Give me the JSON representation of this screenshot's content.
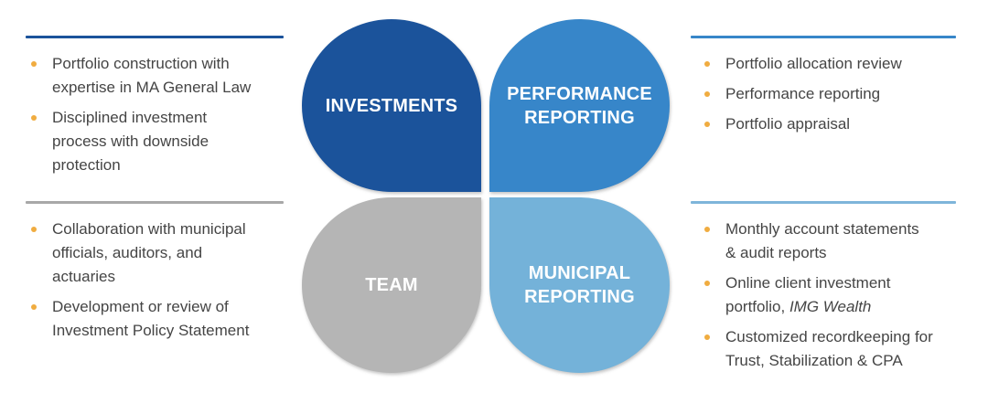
{
  "background": "#FFFFFF",
  "bullet_color": "#F0AC40",
  "body_text_color": "#454545",
  "quadrants": [
    {
      "id": "investments",
      "label": "INVESTMENTS",
      "color": "#1B539B"
    },
    {
      "id": "performance-reporting",
      "label": "PERFORMANCE REPORTING",
      "color": "#3786C9"
    },
    {
      "id": "team",
      "label": "TEAM",
      "color": "#B5B5B5"
    },
    {
      "id": "municipal-reporting",
      "label": "MUNICIPAL REPORTING",
      "color": "#74B2D9"
    }
  ],
  "panels": {
    "investments": {
      "rule_color": "#1B539B",
      "items": [
        {
          "lines": [
            [
              {
                "t": "Portfolio construction with"
              }
            ],
            [
              {
                "t": "expertise in MA General Law"
              }
            ]
          ]
        },
        {
          "lines": [
            [
              {
                "t": "Disciplined investment"
              }
            ],
            [
              {
                "t": "process with downside"
              }
            ],
            [
              {
                "t": "protection"
              }
            ]
          ]
        }
      ]
    },
    "performance_reporting": {
      "rule_color": "#3786C9",
      "items": [
        {
          "lines": [
            [
              {
                "t": "Portfolio allocation review"
              }
            ]
          ]
        },
        {
          "lines": [
            [
              {
                "t": "Performance reporting"
              }
            ]
          ]
        },
        {
          "lines": [
            [
              {
                "t": "Portfolio appraisal"
              }
            ]
          ]
        }
      ]
    },
    "team": {
      "rule_color": "#A8A8A8",
      "items": [
        {
          "lines": [
            [
              {
                "t": "Collaboration with municipal"
              }
            ],
            [
              {
                "t": "officials, auditors, and"
              }
            ],
            [
              {
                "t": "actuaries"
              }
            ]
          ]
        },
        {
          "lines": [
            [
              {
                "t": "Development or review of"
              }
            ],
            [
              {
                "t": "Investment Policy Statement"
              }
            ]
          ]
        }
      ]
    },
    "municipal_reporting": {
      "rule_color": "#7EB5DA",
      "items": [
        {
          "lines": [
            [
              {
                "t": "Monthly account statements"
              }
            ],
            [
              {
                "t": "& audit reports"
              }
            ]
          ]
        },
        {
          "lines": [
            [
              {
                "t": "Online client investment"
              }
            ],
            [
              {
                "t": "portfolio, "
              },
              {
                "t": "IMG Wealth",
                "i": true
              }
            ]
          ]
        },
        {
          "lines": [
            [
              {
                "t": "Customized recordkeeping for"
              }
            ],
            [
              {
                "t": "Trust, Stabilization & CPA"
              }
            ]
          ]
        }
      ]
    }
  }
}
